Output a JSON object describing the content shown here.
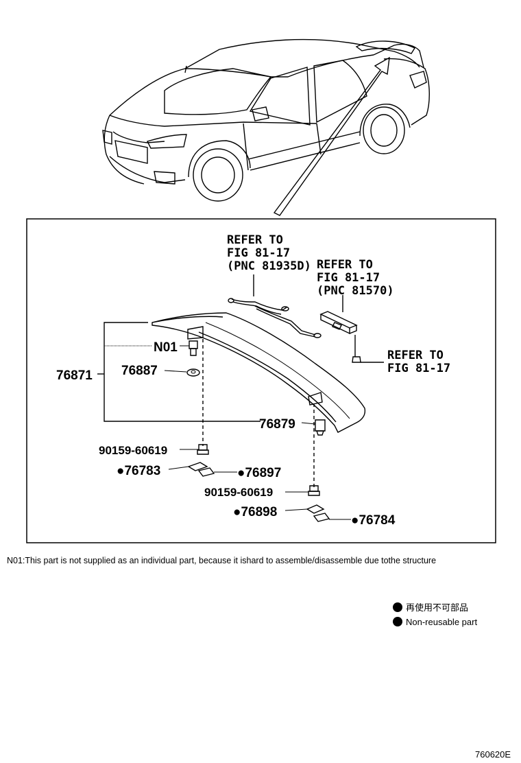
{
  "refs": {
    "top": [
      "REFER TO",
      "FIG 81-17",
      "(PNC 81935D)"
    ],
    "mid": [
      "REFER TO",
      "FIG 81-17",
      "(PNC 81570)"
    ],
    "right": [
      "REFER TO",
      "FIG 81-17"
    ]
  },
  "parts": {
    "n01": "N01",
    "p76871": "76871",
    "p76887": "76887",
    "p76879": "76879",
    "bolt_a": "90159-60619",
    "bolt_b": "90159-60619",
    "p76783": "●76783",
    "p76897": "●76897",
    "p76898": "●76898",
    "p76784": "●76784"
  },
  "note": "N01:This part is not supplied as an individual part, because it ishard to assemble/disassemble due tothe structure",
  "legend": {
    "jp": "再使用不可部品",
    "en": "Non-reusable part"
  },
  "figure_id": "760620E"
}
